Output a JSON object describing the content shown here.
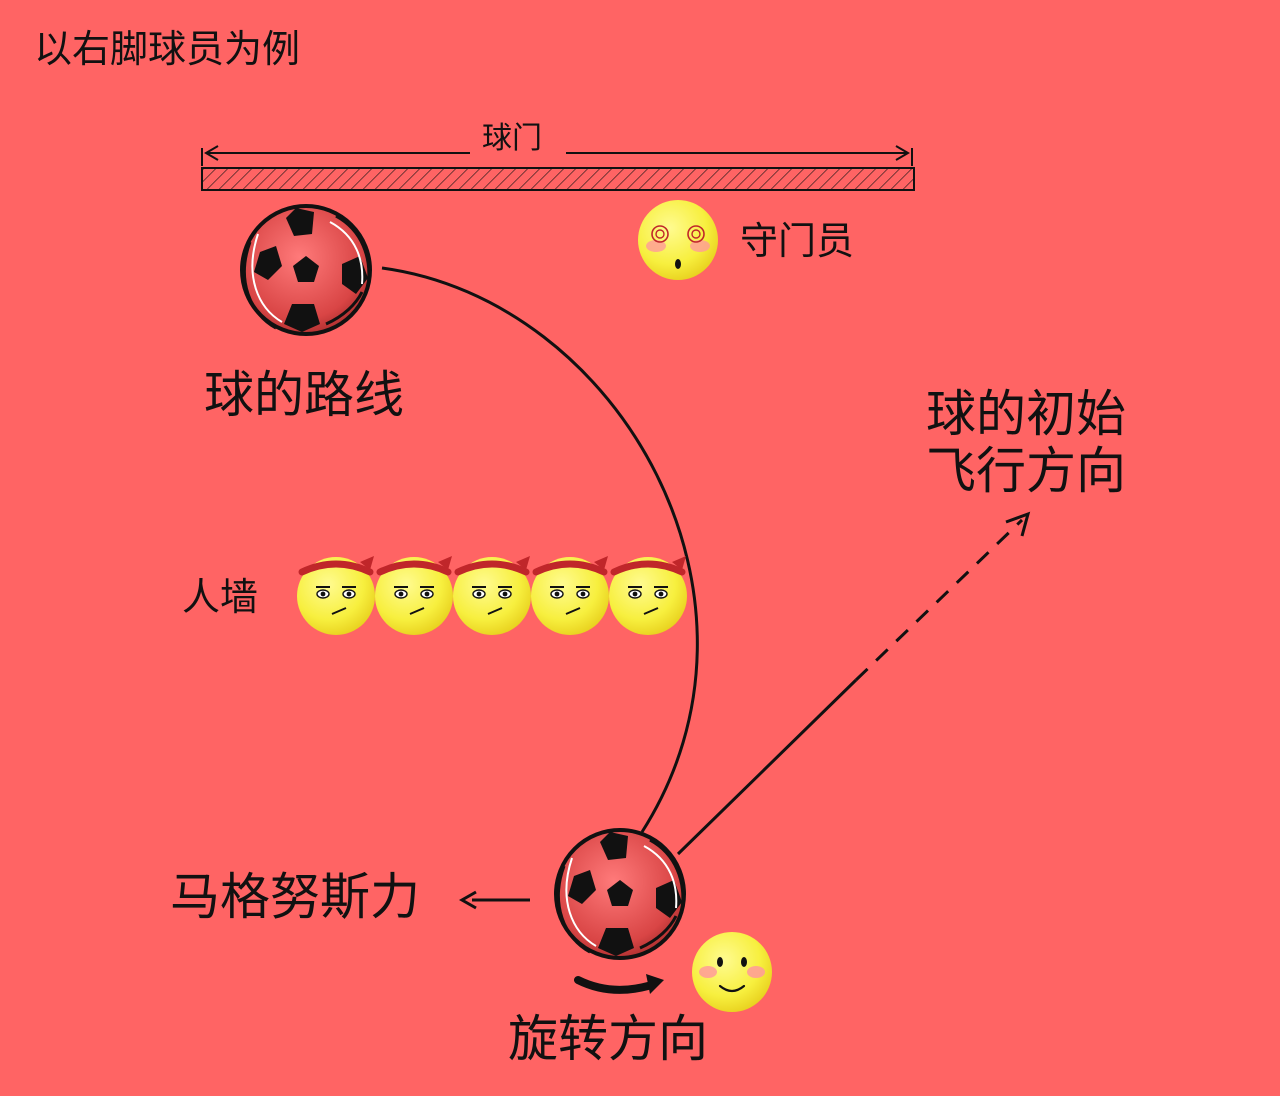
{
  "title": "以右脚球员为例",
  "goal_label": "球门",
  "goalkeeper_label": "守门员",
  "ball_path_label": "球的路线",
  "initial_direction_label": "球的初始\n飞行方向",
  "wall_label": "人墙",
  "magnus_force_label": "马格努斯力",
  "spin_direction_label": "旋转方向",
  "colors": {
    "background": "#ff6464",
    "ball": "#e14a4a",
    "emoji_face": "#f7ef3e",
    "headband": "#c0262a",
    "line": "#111111"
  },
  "icons": [
    "soccer-ball-icon",
    "goalkeeper-emoji-icon",
    "wall-player-emoji-icon",
    "kicker-emoji-icon"
  ]
}
